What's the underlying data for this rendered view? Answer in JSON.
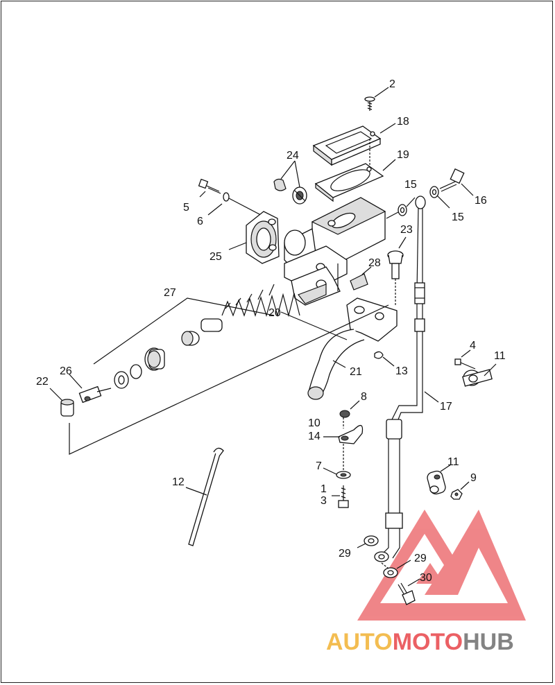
{
  "diagram": {
    "callouts": {
      "c2": "2",
      "c18": "18",
      "c19": "19",
      "c24": "24",
      "c15a": "15",
      "c15b": "15",
      "c16": "16",
      "c5": "5",
      "c6": "6",
      "c23": "23",
      "c25": "25",
      "c28": "28",
      "c27": "27",
      "c20": "20",
      "c4": "4",
      "c11a": "11",
      "c21": "21",
      "c13": "13",
      "c26": "26",
      "c22": "22",
      "c8": "8",
      "c17": "17",
      "c10": "10",
      "c14": "14",
      "c7": "7",
      "c11b": "11",
      "c9": "9",
      "c12": "12",
      "c1": "1",
      "c3": "3",
      "c29a": "29",
      "c29b": "29",
      "c30": "30"
    },
    "watermark": {
      "part1": "AUTO",
      "part2": "MOTO",
      "part3": "HUB",
      "color_orange": "#f2b233",
      "color_red": "#e8454a",
      "color_grey": "#6e6e6e"
    }
  }
}
